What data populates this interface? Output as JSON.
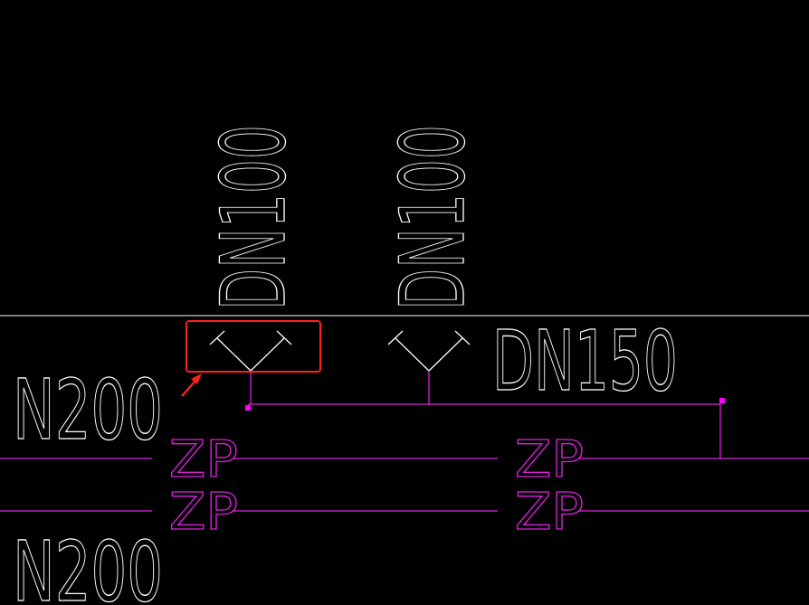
{
  "labels": {
    "vertical_pipe_left": "DN100",
    "vertical_pipe_right": "DN100",
    "branch_pipe": "DN150",
    "main_pipe_top": "N200",
    "main_pipe_bottom": "N200",
    "zp_tag_upper_left": "ZP",
    "zp_tag_upper_right": "ZP",
    "zp_tag_lower_left": "ZP",
    "zp_tag_lower_right": "ZP"
  },
  "colors": {
    "background": "#000000",
    "linework": "#ffffff",
    "pipe": "#e020e0",
    "grip": "#ff00ff",
    "highlight": "#ff2020"
  }
}
